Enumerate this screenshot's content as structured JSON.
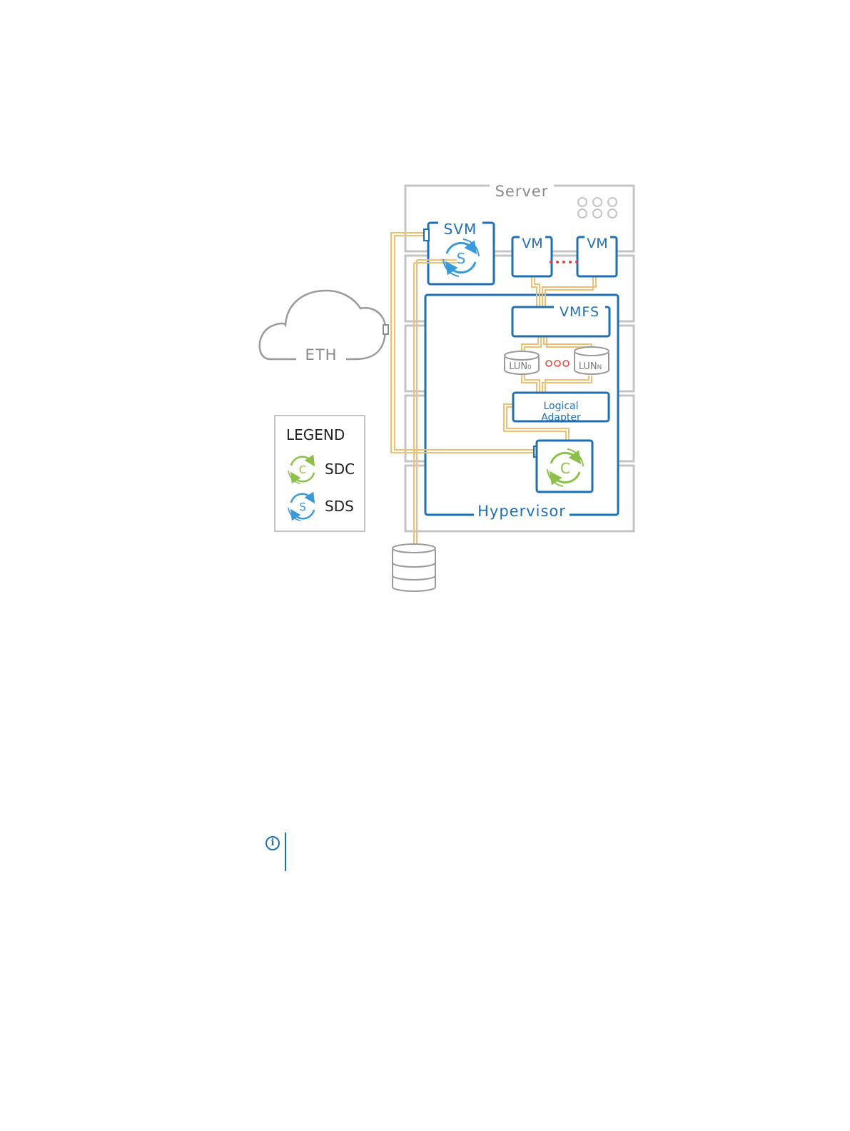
{
  "diagram": {
    "server_label": "Server",
    "svm_label": "SVM",
    "vm_left_label": "VM",
    "vm_right_label": "VM",
    "vmfs_label": "VMFS",
    "lun_first_base": "LUN",
    "lun_first_sub": "0",
    "lun_last_base": "LUN",
    "lun_last_sub": "N",
    "logical_adapter_line1": "Logical",
    "logical_adapter_line2": "Adapter",
    "hypervisor_label": "Hypervisor",
    "cloud_label": "ETH",
    "sds_glyph": "S",
    "sdc_glyph": "C"
  },
  "legend": {
    "title": "LEGEND",
    "items": [
      {
        "glyph": "C",
        "label": "SDC",
        "icon": "sdc-icon"
      },
      {
        "glyph": "S",
        "label": "SDS",
        "icon": "sds-icon"
      }
    ]
  },
  "note": {
    "icon": "info-icon"
  },
  "colors": {
    "blue": "#1f6fb2",
    "light_blue": "#3a9ad9",
    "green": "#8dc04a",
    "orange": "#f0c070",
    "gray": "#bdbdbd",
    "dark_gray": "#8a8a8a",
    "red": "#e04040"
  }
}
